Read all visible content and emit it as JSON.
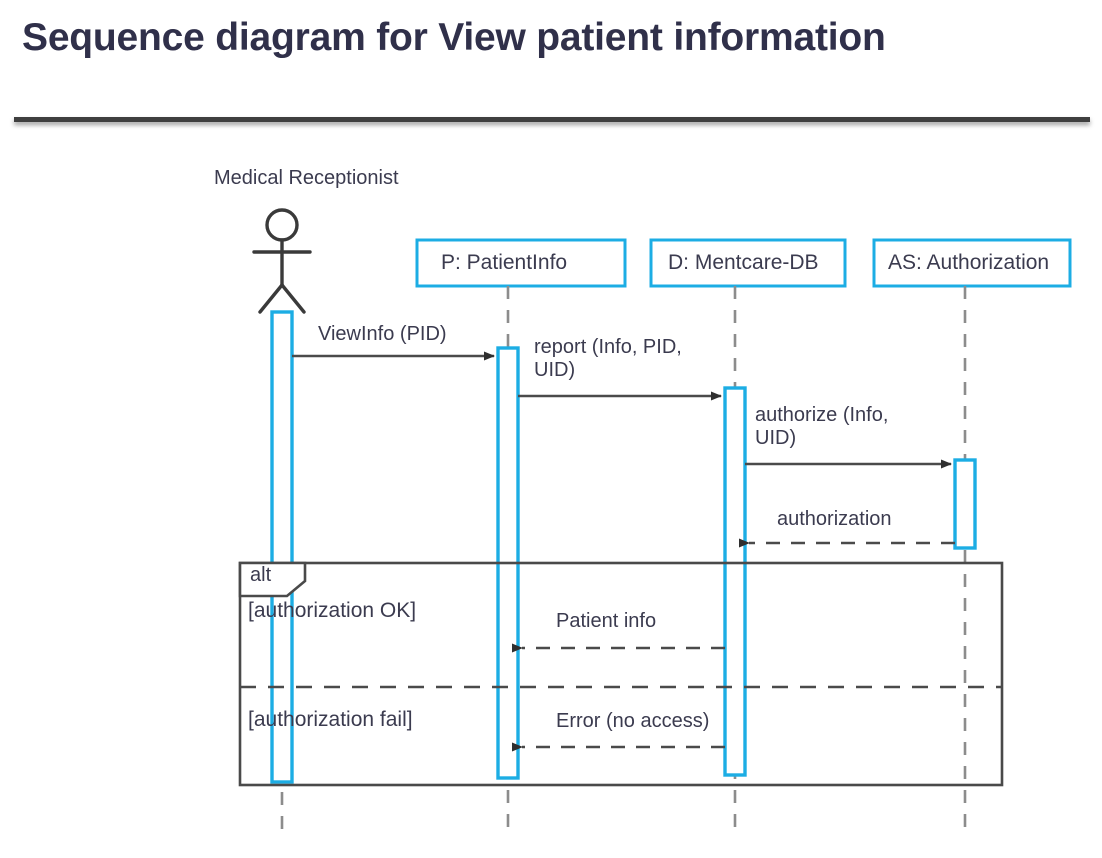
{
  "slide": {
    "title": "Sequence diagram for View patient information",
    "title_color": "#30304a",
    "rule_color": "#3f3f3f"
  },
  "colors": {
    "lifeline_accent": "#1CADE4",
    "line": "#4a4a4a",
    "lifeline_dash": "#8c8c8c",
    "text": "#3b3b4f",
    "frame": "#4a4a4a",
    "background": "#ffffff"
  },
  "diagram": {
    "type": "uml-sequence-diagram",
    "actor": {
      "name": "Medical Receptionist",
      "icon": "stick-figure-actor"
    },
    "participants": [
      {
        "id": "MR",
        "label": "Medical Receptionist",
        "kind": "actor"
      },
      {
        "id": "P",
        "label": "P: PatientInfo",
        "kind": "object"
      },
      {
        "id": "D",
        "label": "D: Mentcare-DB",
        "kind": "object"
      },
      {
        "id": "AS",
        "label": "AS: Authorization",
        "kind": "object"
      }
    ],
    "messages": [
      {
        "seq": 1,
        "label": "ViewInfo (PID)",
        "from": "MR",
        "to": "P",
        "style": "solid"
      },
      {
        "seq": 2,
        "label": "report (Info, PID,\nUID)",
        "from": "P",
        "to": "D",
        "style": "solid"
      },
      {
        "seq": 3,
        "label": "authorize (Info,\nUID)",
        "from": "D",
        "to": "AS",
        "style": "solid"
      },
      {
        "seq": 4,
        "label": "authorization",
        "from": "AS",
        "to": "D",
        "style": "dashed"
      },
      {
        "seq": 5,
        "label": "Patient info",
        "from": "D",
        "to": "P",
        "style": "dashed"
      },
      {
        "seq": 6,
        "label": "Error (no access)",
        "from": "D",
        "to": "P",
        "style": "dashed"
      }
    ],
    "fragment": {
      "operator": "alt",
      "operands": [
        {
          "guard": "[authorization OK]",
          "messages": [
            5
          ]
        },
        {
          "guard": "[authorization fail]",
          "messages": [
            6
          ]
        }
      ]
    }
  }
}
